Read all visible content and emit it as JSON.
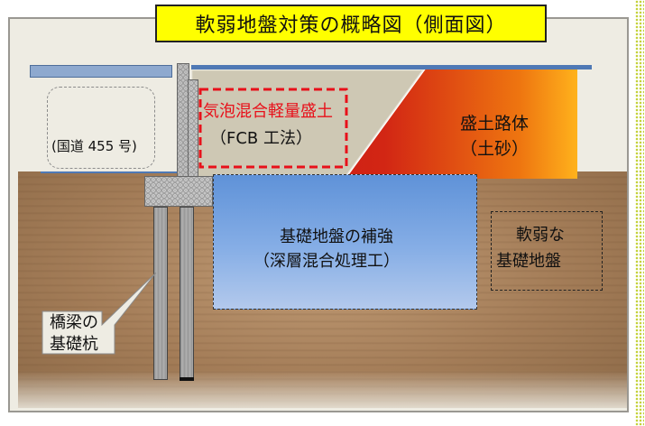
{
  "title": "軟弱地盤対策の概略図（側面図）",
  "labels": {
    "fcb_line1": "気泡混合軽量盛土",
    "fcb_line2": "（FCB 工法）",
    "embankment_line1": "盛土路体",
    "embankment_line2": "（土砂）",
    "road": "(国道 455 号)",
    "reinforce_line1": "基礎地盤の補強",
    "reinforce_line2": "（深層混合処理工）",
    "soft_line1": "軟弱な",
    "soft_line2": "基礎地盤",
    "pile_line1": "橋梁の",
    "pile_line2": "基礎杭"
  },
  "colors": {
    "title_bg": "#ffff00",
    "fcb_text": "#e8101a",
    "fcb_outline": "#e8101a",
    "embankment_from": "#c8101a",
    "embankment_to": "#ffb21c",
    "reinforce": "#6f9ddc",
    "road_blue": "#4f79b5",
    "ground": "#a47d58"
  }
}
